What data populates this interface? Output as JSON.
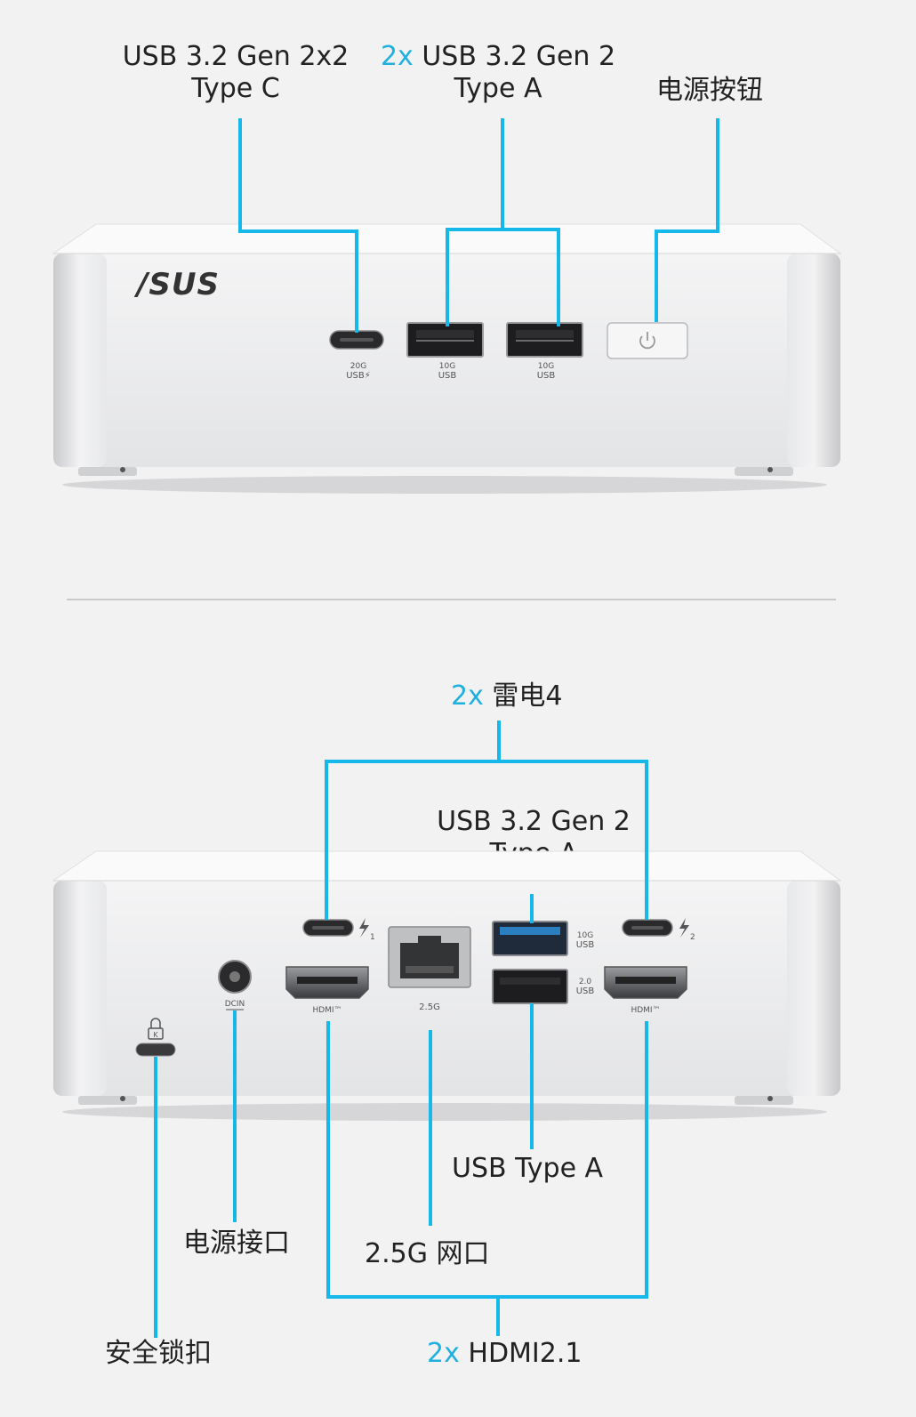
{
  "colors": {
    "accent": "#1fb0e0",
    "leader": "#16b8ea",
    "background": "#f2f2f2",
    "device": "#e9eaec"
  },
  "front": {
    "brand": "/SUS",
    "labels": {
      "usbc_line1": "USB 3.2 Gen 2x2",
      "usbc_line2": "Type C",
      "usba_count": "2x",
      "usba_line1_rest": "USB 3.2 Gen 2",
      "usba_line2": "Type A",
      "power_button": "电源按钮"
    },
    "port_marks": {
      "usbc_speed": "20G",
      "usbc_name": "USB⚡",
      "usba1_speed": "10G",
      "usba1_name": "USB",
      "usba2_speed": "10G",
      "usba2_name": "USB"
    },
    "icons": [
      "power-icon"
    ]
  },
  "back": {
    "labels": {
      "tb_count": "2x",
      "tb_rest": "雷电4",
      "usba_line1": "USB 3.2 Gen 2",
      "usba_line2": "Type A",
      "usb_type_a": "USB  Type A",
      "power_port": "电源接口",
      "lan": "2.5G 网口",
      "lock": "安全锁扣",
      "hdmi_count": "2x",
      "hdmi_rest": "HDMI2.1"
    },
    "port_marks": {
      "hdmi1": "HDMI™",
      "hdmi2": "HDMI™",
      "lan": "2.5G",
      "usb_top_speed": "10G",
      "usb_top_name": "USB",
      "usb_bottom_speed": "2.0",
      "usb_bottom_name": "USB",
      "dc_in": "DCIN",
      "tb1_sub": "1",
      "tb2_sub": "2",
      "lock_letter": "K"
    },
    "icons": [
      "thunderbolt-icon",
      "thunderbolt-icon",
      "lock-icon"
    ]
  }
}
